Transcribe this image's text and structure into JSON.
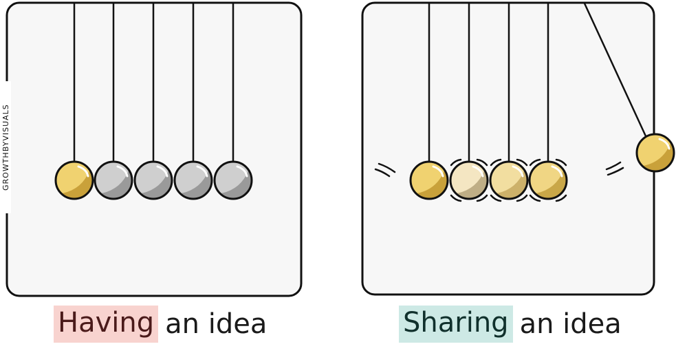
{
  "watermark": "GROWTHBYVISUALS",
  "panels": [
    {
      "caption_highlight": "Having",
      "caption_rest": "an idea",
      "highlight_color": "#f8d3cf",
      "balls": [
        {
          "fill": "#f0d270",
          "state": "gold"
        },
        {
          "fill": "#cfcfcf",
          "state": "grey"
        },
        {
          "fill": "#cfcfcf",
          "state": "grey"
        },
        {
          "fill": "#cfcfcf",
          "state": "grey"
        },
        {
          "fill": "#cfcfcf",
          "state": "grey"
        }
      ]
    },
    {
      "caption_highlight": "Sharing",
      "caption_rest": "an idea",
      "highlight_color": "#cde9e5",
      "balls": [
        {
          "fill": "#f0d270",
          "state": "gold"
        },
        {
          "fill": "#f4e6c2",
          "state": "vibrating-pale"
        },
        {
          "fill": "#f2dea0",
          "state": "vibrating-light"
        },
        {
          "fill": "#f0d684",
          "state": "vibrating"
        },
        {
          "fill": "#f0d270",
          "state": "swinging"
        }
      ]
    }
  ],
  "colors": {
    "outline": "#111111",
    "panel_bg": "#f7f7f7",
    "shade_gold": "#c9a13a",
    "shade_grey": "#9a9a9a"
  }
}
